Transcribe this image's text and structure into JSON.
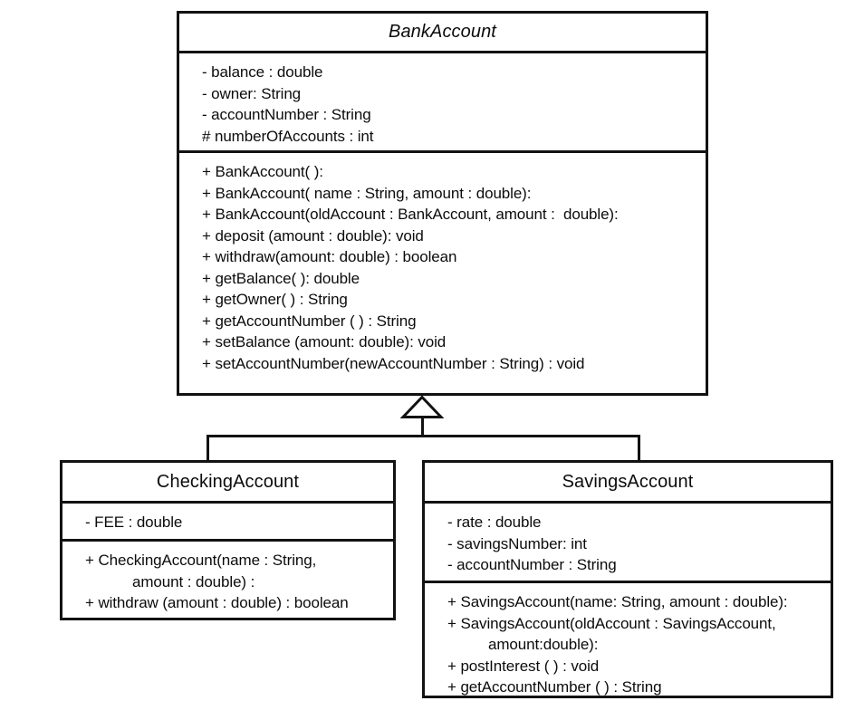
{
  "diagram": {
    "kind": "uml-class-diagram",
    "title": "BankAccount class hierarchy",
    "relationship": "generalization",
    "colors": {
      "stroke": "#121212",
      "fill": "#ffffff",
      "text": "#0c0c0c"
    }
  },
  "classes": {
    "bank_account": {
      "name": "BankAccount",
      "stereotype": "abstract",
      "attributes": [
        "- balance : double",
        "- owner: String",
        "- accountNumber : String",
        "# numberOfAccounts : int"
      ],
      "methods": [
        "+ BankAccount( ):",
        "+ BankAccount( name : String, amount : double):",
        "+ BankAccount(oldAccount : BankAccount, amount :  double):",
        "+ deposit (amount : double): void",
        "+ withdraw(amount: double) : boolean",
        "+ getBalance( ): double",
        "+ getOwner( ) : String",
        "+ getAccountNumber ( ) : String",
        "+ setBalance (amount: double): void",
        "+ setAccountNumber(newAccountNumber : String) : void"
      ]
    },
    "checking_account": {
      "name": "CheckingAccount",
      "attributes": [
        "- FEE : double"
      ],
      "methods": [
        "+ CheckingAccount(name : String,",
        "amount : double) :",
        "+ withdraw (amount : double) : boolean"
      ]
    },
    "savings_account": {
      "name": "SavingsAccount",
      "attributes": [
        "- rate : double",
        "- savingsNumber: int",
        "- accountNumber : String"
      ],
      "methods": [
        "+ SavingsAccount(name: String, amount : double):",
        "+ SavingsAccount(oldAccount : SavingsAccount,",
        "amount:double):",
        "+ postInterest ( ) : void",
        "+ getAccountNumber ( ) : String"
      ]
    }
  }
}
